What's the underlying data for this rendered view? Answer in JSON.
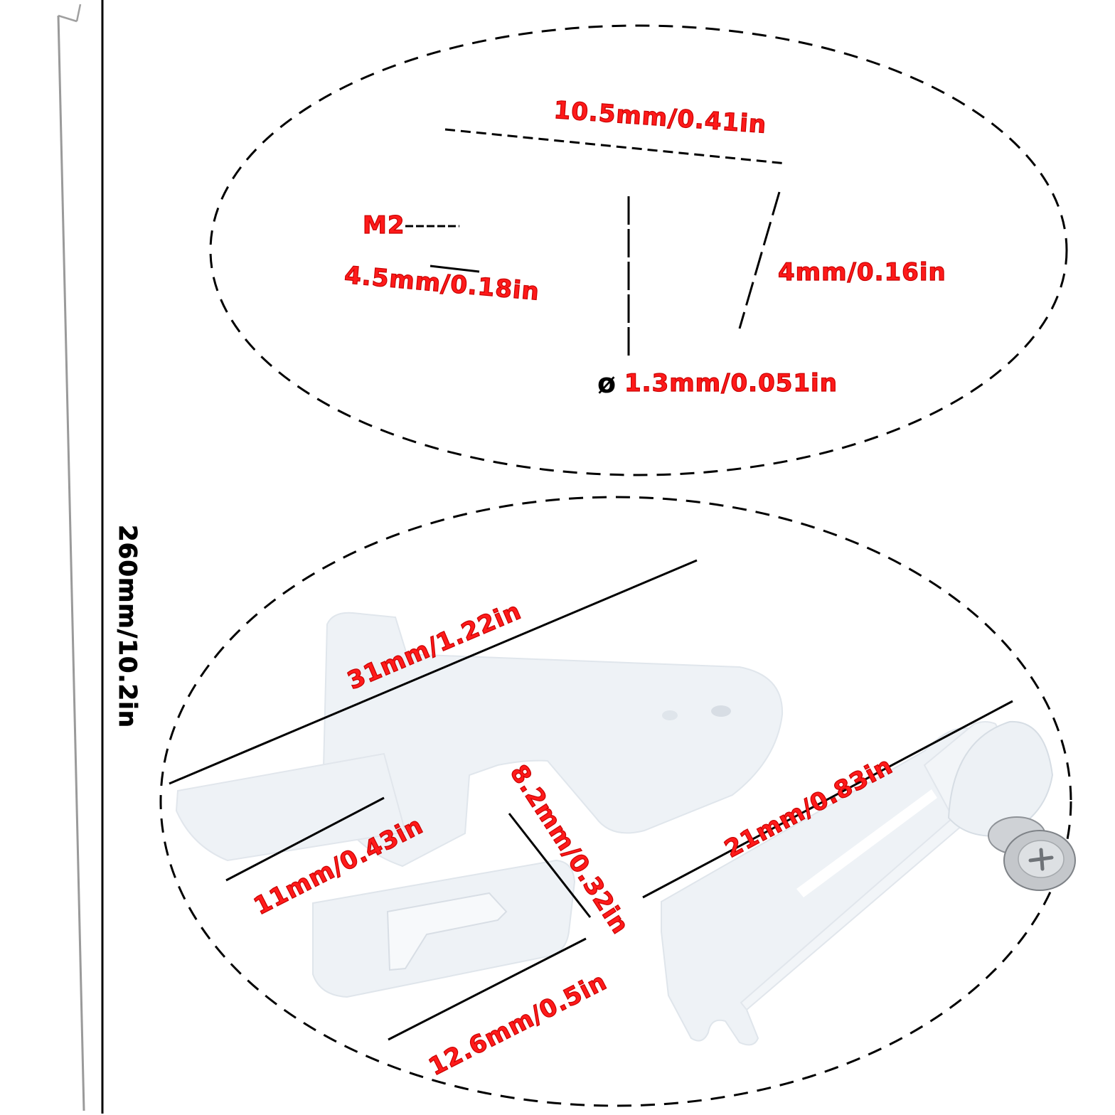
{
  "colors": {
    "label": "#ff1a1a",
    "guide": "#000000",
    "part": "#eef2f6",
    "part_edge": "#dde3ea",
    "rod": "#9a9a9a",
    "screw": "#b8b8b8"
  },
  "rod": {
    "length_label": "260mm/10.2in"
  },
  "top_detail": {
    "length_label": "10.5mm/0.41in",
    "thread_label": "M2",
    "width_label": "4.5mm/0.18in",
    "height_label": "4mm/0.16in",
    "diameter_symbol": "ø",
    "diameter_label": "1.3mm/0.051in"
  },
  "bottom_detail": {
    "horn_length_label": "31mm/1.22in",
    "horn_base_label": "11mm/0.43in",
    "horn_height_label": "8.2mm/0.32in",
    "plate_label": "12.6mm/0.5in",
    "clevis_length_label": "21mm/0.83in"
  }
}
